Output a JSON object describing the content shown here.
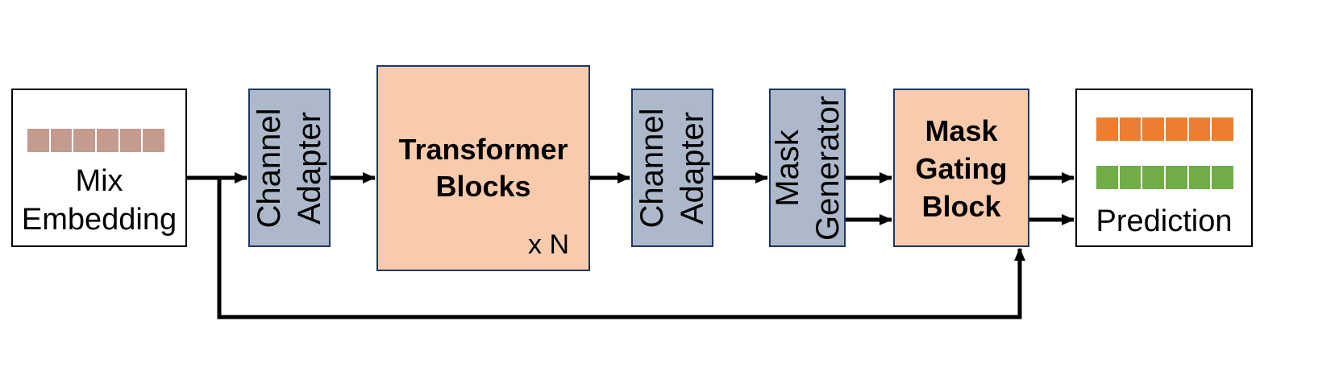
{
  "blocks": {
    "mix_embedding": {
      "line1": "Mix",
      "line2": "Embedding"
    },
    "channel_adapter_1": {
      "line1": "Channel",
      "line2": "Adapter"
    },
    "transformer": {
      "line1": "Transformer",
      "line2": "Blocks",
      "repeat": "x N"
    },
    "channel_adapter_2": {
      "line1": "Channel",
      "line2": "Adapter"
    },
    "mask_generator": {
      "line1": "Mask",
      "line2": "Generator"
    },
    "mask_gating": {
      "line1": "Mask",
      "line2": "Gating",
      "line3": "Block"
    },
    "prediction": {
      "label": "Prediction"
    }
  },
  "colors": {
    "embedding_strip": "#c39b8f",
    "prediction_strip_1": "#ed7d31",
    "prediction_strip_2": "#70ad47",
    "adapter_fill": "#adb9ca",
    "block_fill": "#f8cbad"
  },
  "strips": {
    "embedding_cells": 6,
    "prediction_cells": 6
  }
}
